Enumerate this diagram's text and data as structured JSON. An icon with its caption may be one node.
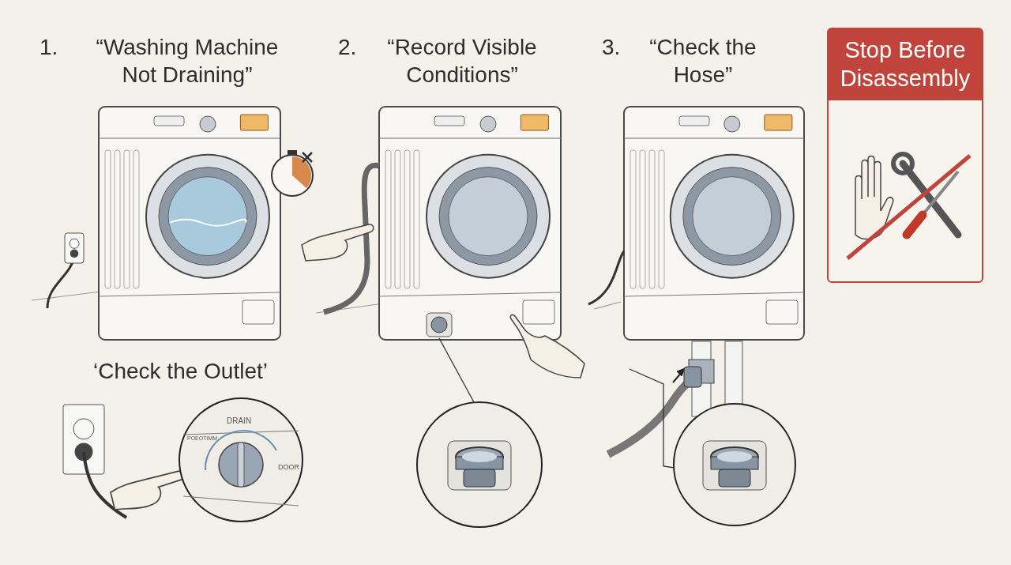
{
  "diagram": {
    "nodes": [
      {
        "text": [
          "Stop Before Disassembly"
        ]
      },
      {
        "text": [],
        "shape": "picture"
      },
      {
        "text": [],
        "shape": "circle"
      },
      {
        "text": [],
        "shape": "circle"
      }
    ],
    "edges": [
      {
        "from": 1,
        "to": 2,
        "arrow": "none"
      },
      {
        "from": null,
        "to": 3,
        "arrow": "none"
      }
    ],
    "labels": [
      "1.",
      "“Washing Machine Not Draining”",
      "2.",
      "“Record Visible Conditions”",
      "3.",
      "“Check the Hose”",
      "‘Check the Outlet’",
      "DRAIN",
      "POEOTIMM",
      "DOOR"
    ]
  }
}
